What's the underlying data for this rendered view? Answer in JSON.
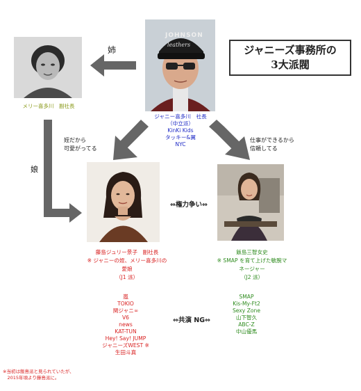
{
  "title": {
    "line1": "ジャニーズ事務所の",
    "line2": "3大派閥"
  },
  "mary": {
    "caption": "メリー喜多川　副社長"
  },
  "johnny": {
    "cap_text": "JOHNSON",
    "cap_text2": "leathers",
    "lines": [
      "ジャニー喜多川　社長",
      "（中立派）",
      "KinKi Kids",
      "タッキー&翼",
      "NYC"
    ]
  },
  "edges": {
    "sister": "姉",
    "daughter": "娘",
    "left_reason": [
      "姪だから",
      "可愛がってる"
    ],
    "right_reason": [
      "仕事ができるから",
      "信頼してる"
    ],
    "power": "⇔権力争い⇔",
    "no_costar": "⇔共演 NG⇔"
  },
  "julie": {
    "lines": [
      "藤島ジュリー景子　副社長",
      "※ ジャニーの姪、メリー喜多川の",
      "愛娘",
      "（J1 派）"
    ],
    "groups": [
      "嵐",
      "TOKIO",
      "関ジャニ∞",
      "V6",
      "news",
      "KAT-TUN",
      "Hey! Say! JUMP",
      "ジャニーズWEST ※",
      "生田斗真"
    ]
  },
  "iijima": {
    "lines": [
      "飯島三智女史",
      "※ SMAP を育て上げた敏腕マ",
      "ネージャー",
      "（J2 派）"
    ],
    "groups": [
      "SMAP",
      "Kis-My-Ft2",
      "Sexy Zone",
      "山下智久",
      "ABC-Z",
      "中山優馬"
    ]
  },
  "footnote": [
    "※当初は飯島派と見られていたが、",
    "　2015年頃より藤島派に。"
  ],
  "colors": {
    "arrow": "#666666",
    "johnny": "#1f2bc6",
    "iijima": "#2e8b1e",
    "julie": "#d81f1f",
    "mary": "#8a9a1a"
  }
}
